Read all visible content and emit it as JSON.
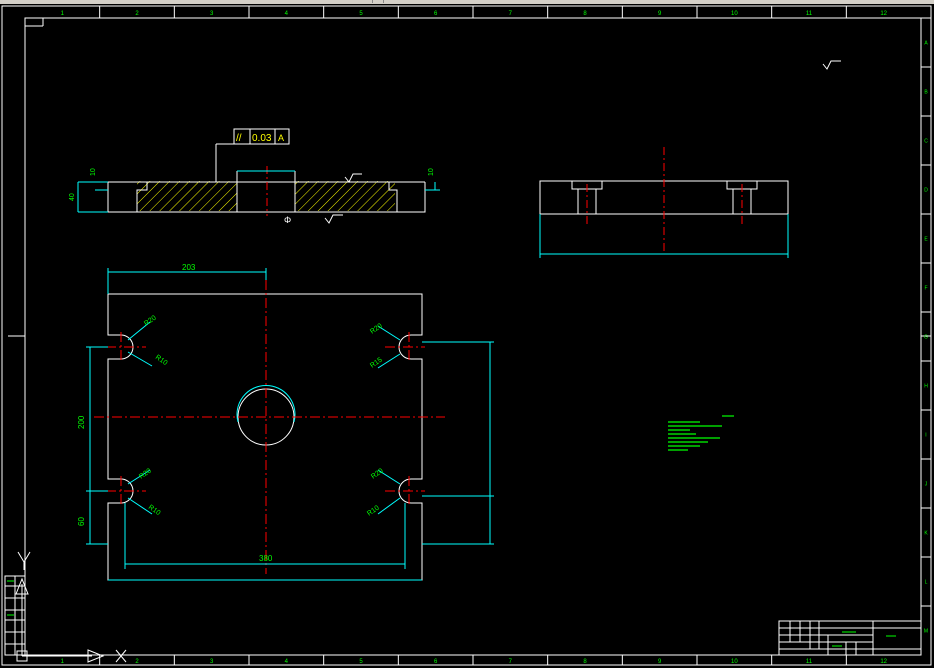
{
  "colors": {
    "background": "#000000",
    "frame": "#ffffff",
    "border_accent": "#00ff00",
    "dimension": "#00ffff",
    "centerline": "#ff0000",
    "note": "#00ff00",
    "hatch": "#ffff00"
  },
  "border": {
    "top_numbers": [
      "1",
      "2",
      "3",
      "4",
      "5",
      "6",
      "7",
      "8",
      "9",
      "10",
      "11",
      "12"
    ],
    "bottom_numbers": [
      "1",
      "2",
      "3",
      "4",
      "5",
      "6",
      "7",
      "8",
      "9",
      "10",
      "11",
      "12"
    ],
    "side_letters": [
      "A",
      "B",
      "C",
      "D",
      "E",
      "F",
      "G",
      "H",
      "I",
      "J",
      "K",
      "L",
      "M"
    ]
  },
  "section_view": {
    "tolerance_symbol": "//",
    "tolerance_value": "0.03",
    "datum": "A",
    "dim_left_height": "40",
    "dim_left_step": "10",
    "dim_right_step": "10",
    "diameter_symbol": "Φ"
  },
  "plan_view": {
    "dim_top": "203",
    "dim_left": "200",
    "dim_left_lower": "60",
    "dim_bottom": "380",
    "slot_label_top_left_a": "R20",
    "slot_label_top_left_b": "R10",
    "slot_label_top_right_a": "R20",
    "slot_label_top_right_b": "R15",
    "slot_label_bottom_left_a": "R20",
    "slot_label_bottom_left_b": "R10",
    "slot_label_bottom_right_a": "R20",
    "slot_label_bottom_right_b": "R10"
  },
  "ucs": {
    "y_label": "Y",
    "x_label": "X"
  }
}
